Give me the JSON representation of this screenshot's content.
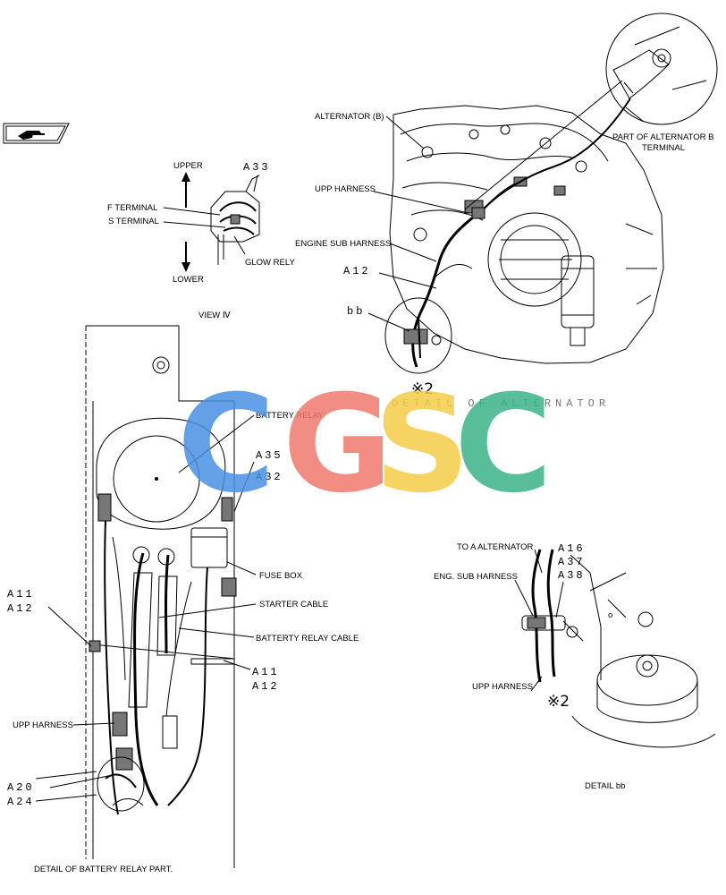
{
  "nav_icon": "hand-pointing-icon",
  "view_iv": {
    "upper": "UPPER",
    "lower": "LOWER",
    "f_terminal": "F TERMINAL",
    "s_terminal": "S TERMINAL",
    "glow_rely": "GLOW RELY",
    "code": "A33",
    "title": "VIEW Ⅳ"
  },
  "alternator": {
    "alternator_b": "ALTERNATOR (B)",
    "upp_harness": "UPP HARNESS",
    "engine_sub_harness": "ENGINE SUB HARNESS",
    "code_a12": "A12",
    "code_bb": "bb",
    "part_of_terminal": "PART OF ALTERNATOR B",
    "terminal": "TERMINAL",
    "mark": "※2",
    "title": "DETAIL OF ALTERNATOR"
  },
  "battery": {
    "battery_relay": "BATTERY RELAY",
    "a35": "A35",
    "a32": "A32",
    "fuse_box": "FUSE BOX",
    "starter_cable": "STARTER CABLE",
    "battery_relay_cable": "BATTERTY RELAY CABLE",
    "a11_left": "A11",
    "a12_left": "A12",
    "a11_right": "A11",
    "a12_right": "A12",
    "upp_harness": "UPP HARNESS",
    "a20": "A20",
    "a24": "A24",
    "title": "DETAIL OF BATTERY RELAY PART."
  },
  "detail_bb": {
    "to_alternator": "TO A ALTERNATOR",
    "eng_sub_harness": "ENG. SUB HARNESS",
    "upp_harness": "UPP HARNESS",
    "a16": "A16",
    "a37": "A37",
    "a38": "A38",
    "mark": "※2",
    "title": "DETAIL bb"
  },
  "watermark": {
    "letters": [
      "C",
      "G",
      "S",
      "C"
    ],
    "colors": [
      "#4a90e2",
      "#f07a6e",
      "#f5cd4a",
      "#3cb389"
    ]
  }
}
